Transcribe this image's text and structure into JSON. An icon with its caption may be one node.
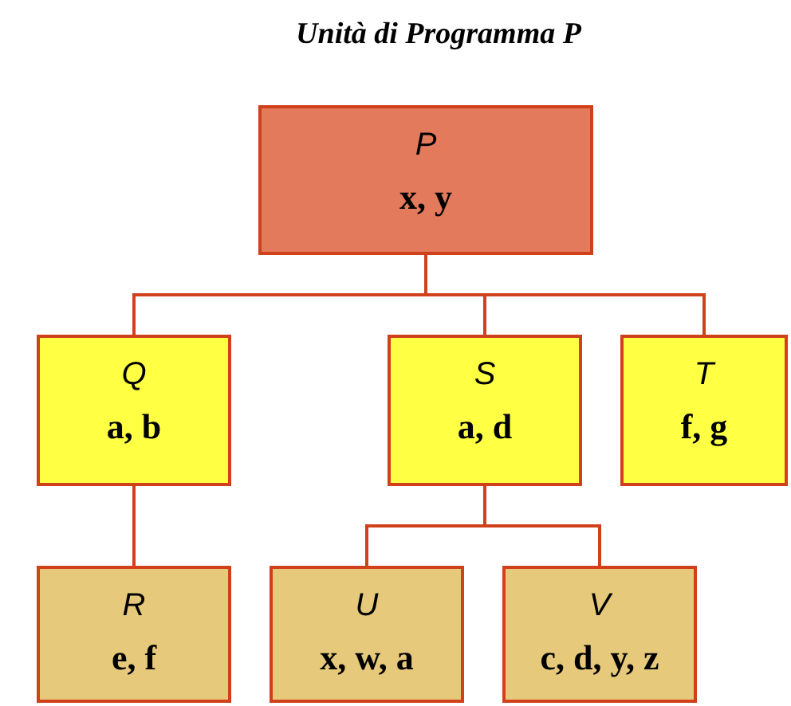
{
  "diagram": {
    "title": "Unità di Programma P",
    "nodes": [
      {
        "text": [
          "P",
          "x, y"
        ]
      },
      {
        "text": [
          "Q",
          "a, b"
        ]
      },
      {
        "text": [
          "S",
          "a, d"
        ]
      },
      {
        "text": [
          "T",
          "f, g"
        ]
      },
      {
        "text": [
          "R",
          "e, f"
        ]
      },
      {
        "text": [
          "U",
          "x, w, a"
        ]
      },
      {
        "text": [
          "V",
          "c, d, y, z"
        ]
      }
    ],
    "edges": [
      {
        "from": 0,
        "to": 1,
        "arrow": "none"
      },
      {
        "from": 0,
        "to": 2,
        "arrow": "none"
      },
      {
        "from": 0,
        "to": 3,
        "arrow": "none"
      },
      {
        "from": 1,
        "to": 4,
        "arrow": "none"
      },
      {
        "from": 2,
        "to": 5,
        "arrow": "none"
      },
      {
        "from": 2,
        "to": 6,
        "arrow": "none"
      }
    ]
  }
}
